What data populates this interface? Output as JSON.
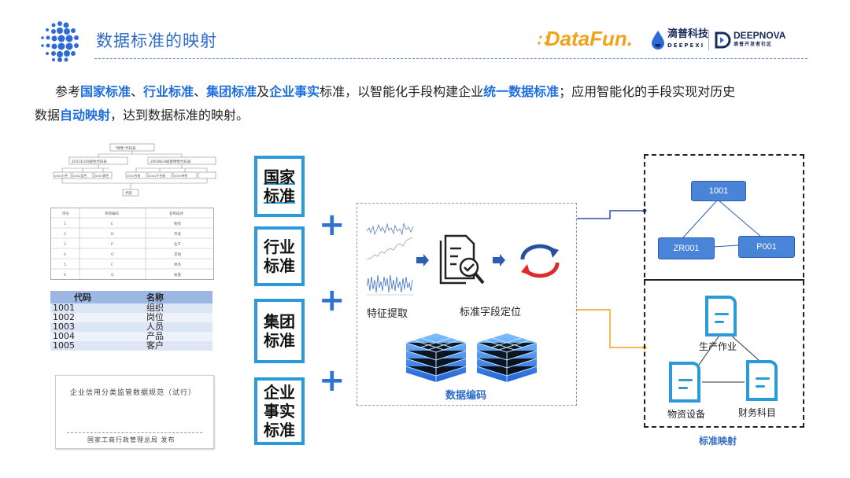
{
  "header": {
    "title": "数据标准的映射",
    "brand_datafun": "DataFun.",
    "brand_deepexi_cn": "滴普科技",
    "brand_deepexi_en": "DEEPEXI",
    "brand_deepnova_en": "DEEPNOVA",
    "brand_deepnova_cn": "滴普开发者社区"
  },
  "intro": {
    "p1": "参考",
    "h1": "国家标准",
    "p2": "、",
    "h2": "行业标准",
    "p3": "、",
    "h3": "集团标准",
    "p4": "及",
    "h4": "企业事实",
    "p5": "标准，以智能化手段构建企业",
    "h5": "统一数据标准",
    "p6": "；应用智能化的手段实现对历史",
    "p7": "数据",
    "h6": "自动映射",
    "p8": "，达到数据标准的映射。"
  },
  "left_docs": {
    "tree_root": "\"特性\"代码表",
    "tree_l1": [
      "ZOCOLOR颜色代码表",
      "ZRONGH质量特性代码表"
    ],
    "tree_leaf": [
      "0001红色",
      "0002蓝色",
      "0003黄色",
      "0001合格",
      "0002不合格",
      "0003待检"
    ],
    "tree_bottom": "代码",
    "table_headers": [
      "序号",
      "项目编码",
      "名称描述"
    ],
    "table_rows": [
      [
        "1",
        "E",
        "物资"
      ],
      [
        "2",
        "D",
        "开发"
      ],
      [
        "3",
        "P",
        "生产"
      ],
      [
        "4",
        "O",
        "其他"
      ],
      [
        "5",
        "C",
        "财务"
      ],
      [
        "6",
        "Q",
        "质量"
      ]
    ],
    "code_table": {
      "headers": [
        "代码",
        "名称"
      ],
      "rows": [
        [
          "1001",
          "组织"
        ],
        [
          "1002",
          "岗位"
        ],
        [
          "1003",
          "人员"
        ],
        [
          "1004",
          "产品"
        ],
        [
          "1005",
          "客户"
        ]
      ]
    },
    "doc_title": "企业信用分类监管数据规范（试行）",
    "doc_footer": "国家工商行政管理总局 发布"
  },
  "standards": [
    "国家\n标准",
    "行业\n标准",
    "集团\n标准",
    "企业\n事实\n标准"
  ],
  "process": {
    "feature_extract": "特征提取",
    "field_locate": "标准字段定位",
    "data_encode": "数据编码"
  },
  "mapping": {
    "nodes": [
      "1001",
      "ZR001",
      "P001"
    ],
    "docs": [
      "生产作业",
      "物资设备",
      "财务科目"
    ],
    "caption": "标准映射"
  },
  "colors": {
    "accent": "#2f6bc7",
    "highlight": "#1f6fe0",
    "frame_blue": "#2a9bd8",
    "node_blue": "#4a84d9",
    "connector_yellow": "#f0a21a"
  }
}
